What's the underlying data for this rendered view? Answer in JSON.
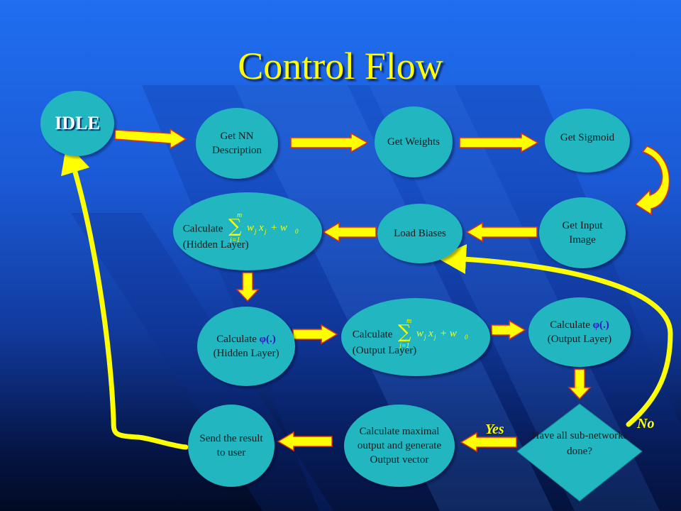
{
  "title": "Control Flow",
  "colors": {
    "node_fill": "#21b6c0",
    "arrow_fill": "#ffff00",
    "arrow_stroke": "#e03010",
    "title": "#ffff00"
  },
  "nodes": {
    "idle": "IDLE",
    "get_nn": [
      "Get NN",
      "Description"
    ],
    "get_weights": "Get Weights",
    "get_sigmoid": "Get Sigmoid",
    "calc_hidden_sum": {
      "prefix": "Calculate",
      "suffix": "(Hidden Layer)"
    },
    "load_biases": "Load Biases",
    "get_input": [
      "Get Input",
      "Image"
    ],
    "calc_hidden_phi": {
      "prefix": "Calculate",
      "symbol": "φ(.)",
      "suffix": "(Hidden Layer)"
    },
    "calc_output_sum": {
      "prefix": "Calculate",
      "suffix": "(Output Layer)"
    },
    "calc_output_phi": {
      "prefix": "Calculate",
      "symbol": "φ(.)",
      "suffix": "(Output Layer)"
    },
    "decision": [
      "Have all",
      "sub-networks",
      "done?"
    ],
    "calc_max": [
      "Calculate maximal",
      "output and generate",
      "Output vector"
    ],
    "send_result": [
      "Send the result",
      "to user"
    ]
  },
  "formula": {
    "sum_upper": "m",
    "sum_lower": "j=1",
    "term": "w",
    "sub_j": "j",
    "x": "x",
    "plus": "+ w",
    "sub_0": "0"
  },
  "edge_labels": {
    "yes": "Yes",
    "no": "No"
  }
}
